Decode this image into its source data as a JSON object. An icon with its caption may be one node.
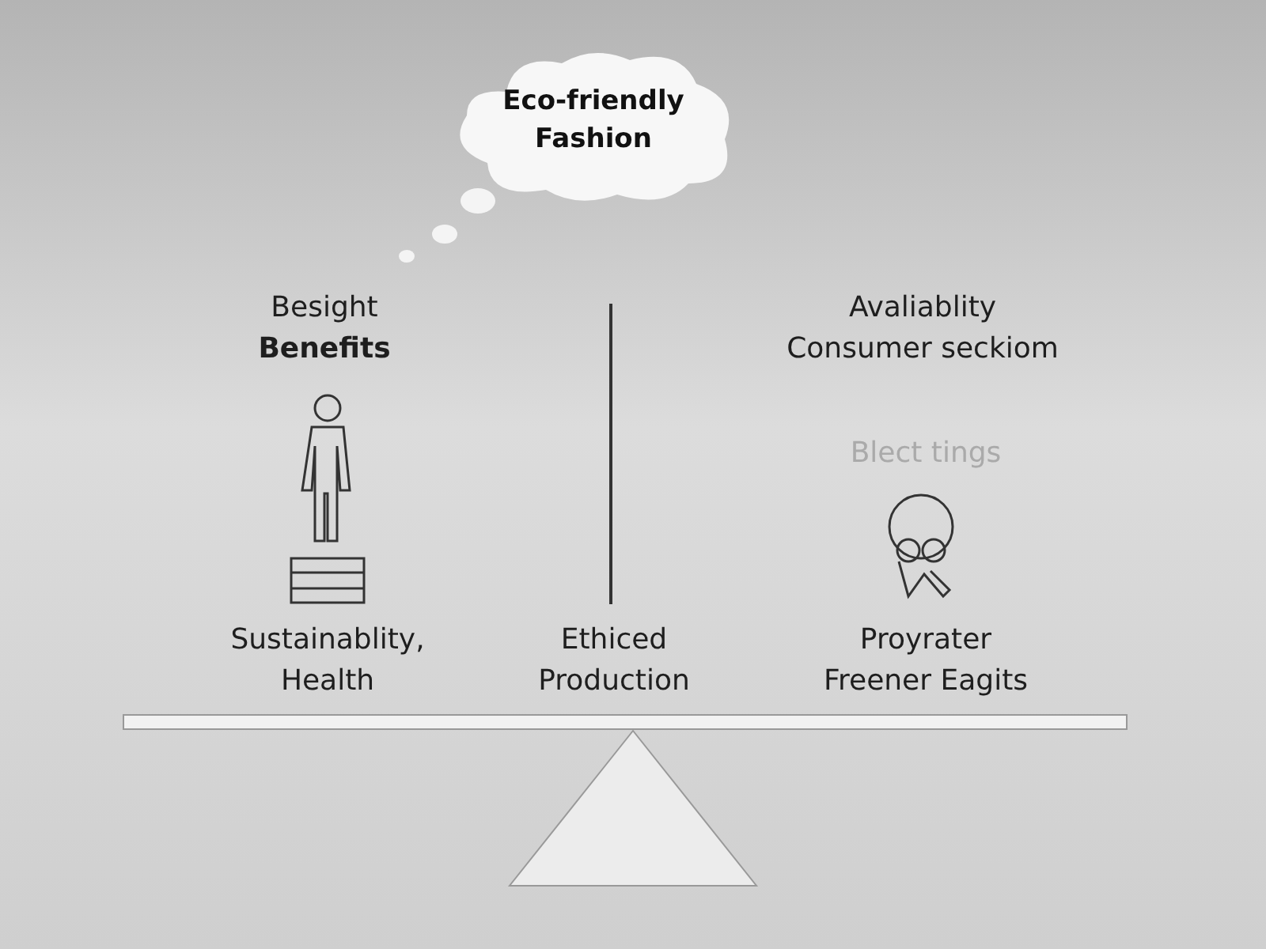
{
  "diagram": {
    "nodes": [
      {
        "text": [
          "Eco-friendly Fashion"
        ]
      }
    ],
    "edges": [],
    "labels": [
      "Besight",
      "Benefits",
      "Avaliablity",
      "Consumer seckiom",
      "Blect tings",
      "Sustainablity, Health",
      "Ethiced Production",
      "Proyrater Freener Eagits"
    ]
  }
}
